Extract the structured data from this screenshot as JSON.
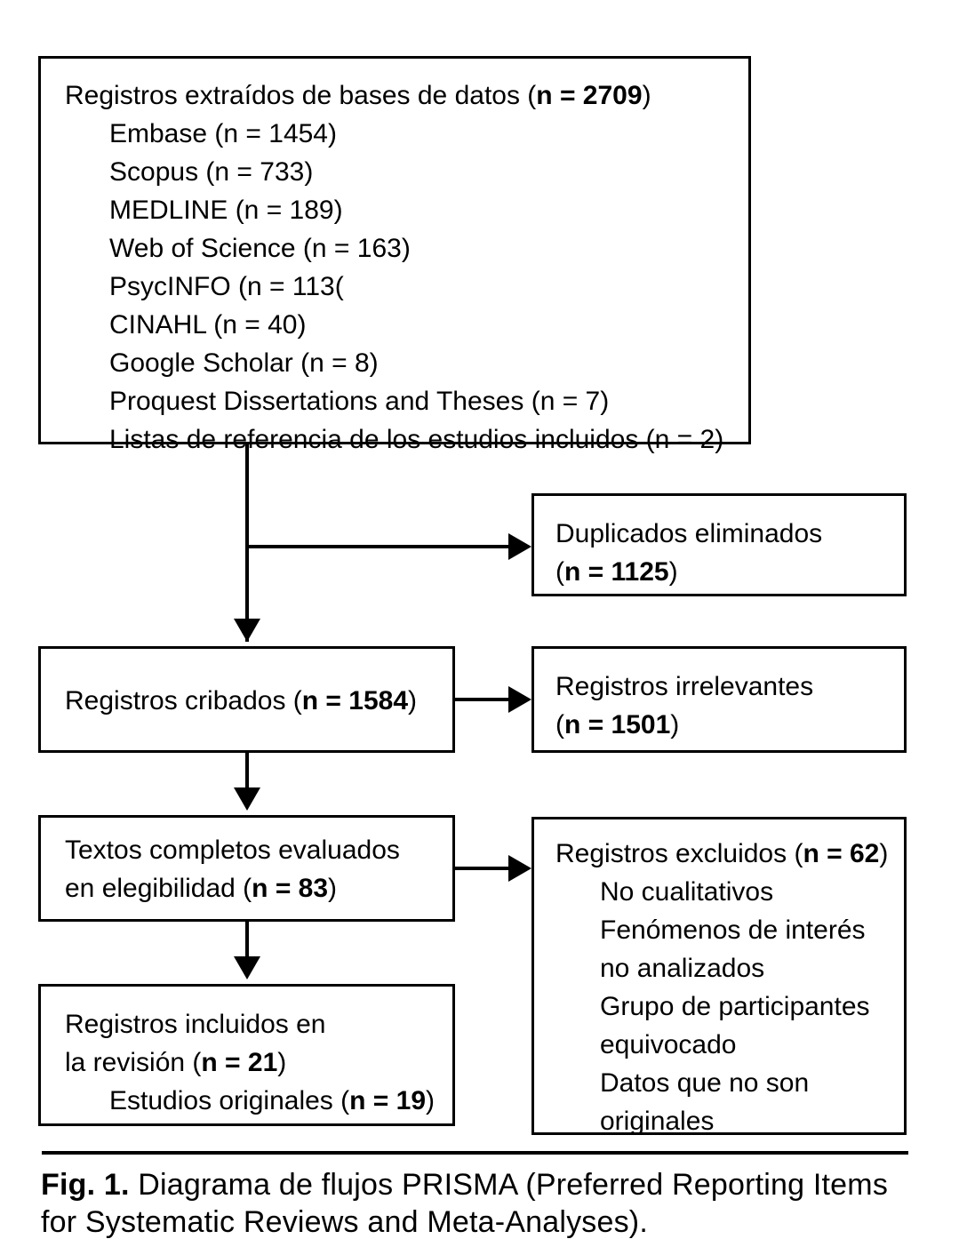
{
  "figure": {
    "label": "Fig. 1.",
    "caption": " Diagrama de flujos PRISMA (Preferred Reporting Items for Systematic Reviews and Meta-Analyses)."
  },
  "colors": {
    "stroke": "#000000",
    "background": "#ffffff",
    "text": "#000000"
  },
  "flow": {
    "identification_box": {
      "heading_prefix": "Registros extraídos de bases de datos (",
      "heading_n": "n = 2709",
      "heading_suffix": ")",
      "sources": [
        "Embase (n = 1454)",
        "Scopus (n = 733)",
        "MEDLINE (n = 189)",
        "Web of Science (n = 163)",
        "PsycINFO (n = 113(",
        "CINAHL (n = 40)",
        "Google Scholar (n = 8)",
        "Proquest Dissertations and Theses (n = 7)",
        "Listas de referencia de los estudios incluidos (n = 2)"
      ]
    },
    "duplicates_box": {
      "line1": "Duplicados eliminados",
      "line2_prefix": "(",
      "line2_n": "n = 1125",
      "line2_suffix": ")"
    },
    "screened_box": {
      "prefix": "Registros cribados (",
      "n": "n = 1584",
      "suffix": ")"
    },
    "irrelevant_box": {
      "line1": "Registros irrelevantes",
      "line2_prefix": "(",
      "line2_n": "n = 1501",
      "line2_suffix": ")"
    },
    "eligibility_box": {
      "line1": "Textos completos evaluados",
      "line2_prefix": "en elegibilidad (",
      "line2_n": "n = 83",
      "line2_suffix": ")"
    },
    "excluded_box": {
      "heading_prefix": "Registros excluidos (",
      "heading_n": "n = 62",
      "heading_suffix": ")",
      "reasons": [
        "No cualitativos",
        "Fenómenos de interés",
        "no analizados",
        "Grupo de participantes",
        "equivocado",
        "Datos que no son",
        "originales"
      ]
    },
    "included_box": {
      "line1": "Registros incluidos en",
      "line2_prefix": "la revisión (",
      "line2_n": "n = 21",
      "line2_suffix": ")",
      "line3_prefix": "Estudios originales (",
      "line3_n": "n = 19",
      "line3_suffix": ")"
    }
  }
}
